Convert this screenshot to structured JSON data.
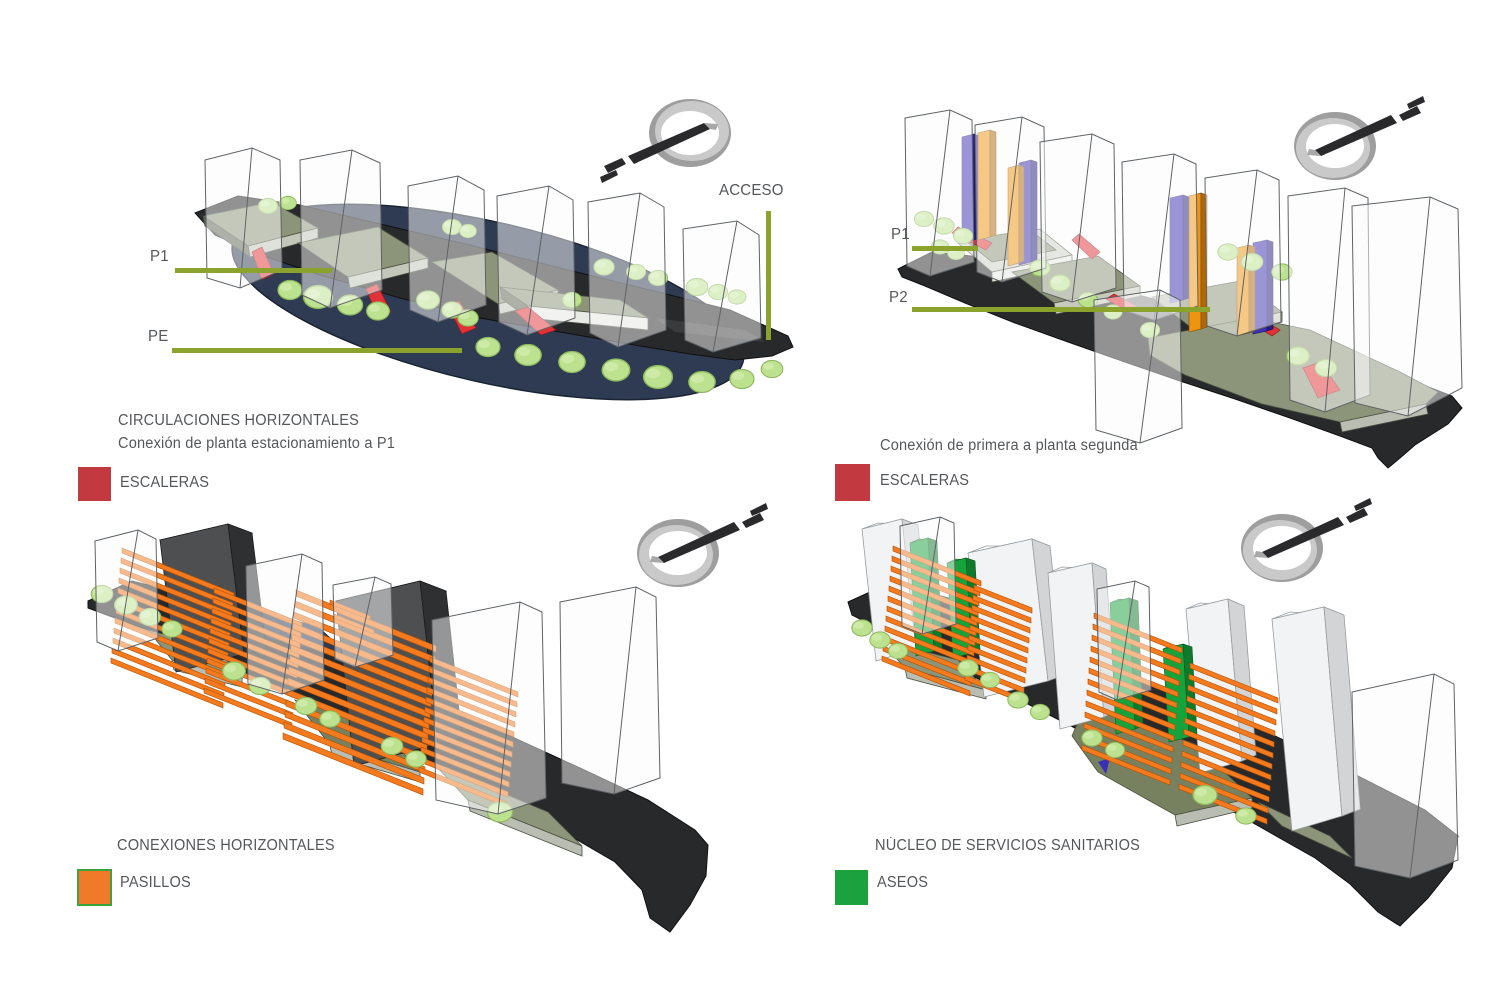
{
  "sheet": {
    "description": "Architectural circulation diagrams, four axonometric views",
    "background": "#ffffff"
  },
  "colors": {
    "label_text": "#55575a",
    "leader_line_green": "#8ba32c",
    "escaleras_red": "#c23a3f",
    "pasillos_orange": "#f0792a",
    "pasillos_border_green": "#3aa33c",
    "aseos_green": "#1ba23f",
    "base_charcoal": "#28292b",
    "parking_navy": "#2e3b53",
    "platform_sage": "#8c9579",
    "tree_green": "#bde28f"
  },
  "panels": {
    "top_left": {
      "title": "CIRCULACIONES HORIZONTALES",
      "subtitle": "Conexión de planta estacionamiento a P1",
      "legend": {
        "label": "ESCALERAS",
        "color": "#c23a3f"
      },
      "annotations": {
        "p1": "P1",
        "pe": "PE",
        "acceso": "ACCESO"
      }
    },
    "top_right": {
      "subtitle": "Conexión de primera a planta segunda",
      "legend": {
        "label": "ESCALERAS",
        "color": "#c23a3f"
      },
      "annotations": {
        "p1": "P1",
        "p2": "P2"
      }
    },
    "bottom_left": {
      "title": "CONEXIONES HORIZONTALES",
      "legend": {
        "label": "PASILLOS",
        "color": "#f0792a",
        "border": "#3aa33c"
      }
    },
    "bottom_right": {
      "title": "NÚCLEO DE SERVICIOS SANITARIOS",
      "legend": {
        "label": "ASEOS",
        "color": "#1ba23f"
      }
    }
  }
}
